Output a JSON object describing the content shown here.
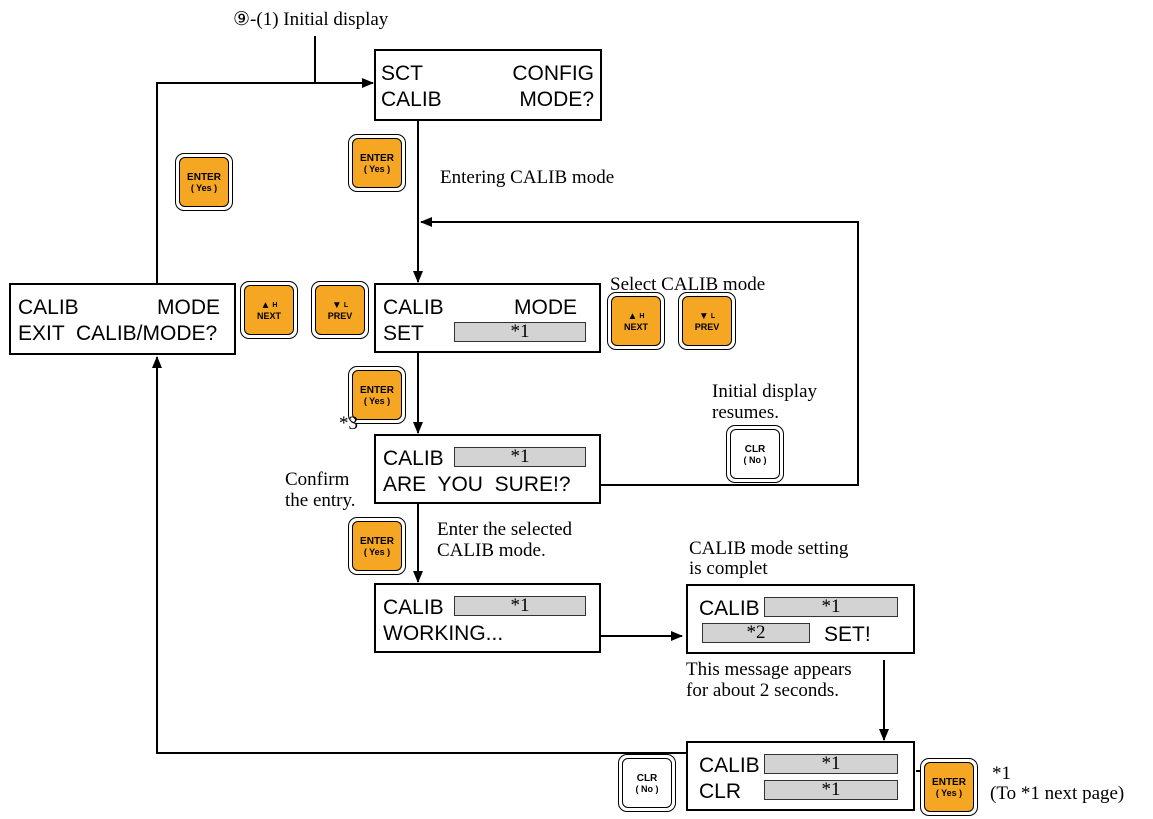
{
  "title": "⑨-(1) Initial display",
  "keys": {
    "enter": "ENTER",
    "yes": "( Yes )",
    "clr": "CLR",
    "no": "( No )",
    "next": "NEXT",
    "prev": "PREV",
    "h": "H",
    "l": "L",
    "up_glyph": "▲",
    "down_glyph": "▼"
  },
  "displays": {
    "config": {
      "l1a": "SCT",
      "l1b": "CONFIG",
      "l2a": "CALIB",
      "l2b": "MODE?"
    },
    "exit": {
      "l1a": "CALIB",
      "l1b": "MODE",
      "l2": "EXIT  CALIB/MODE?"
    },
    "set": {
      "l1a": "CALIB",
      "l1b": "MODE",
      "l2a": "SET",
      "field": "*1"
    },
    "confirm": {
      "l1": "CALIB",
      "field": "*1",
      "l2": "ARE  YOU  SURE!?"
    },
    "working": {
      "l1": "CALIB",
      "field": "*1",
      "l2": "WORKING..."
    },
    "complete": {
      "l1": "CALIB",
      "field1": "*1",
      "field2": "*2",
      "l2b": "SET!"
    },
    "clr": {
      "l1": "CALIB",
      "field1": "*1",
      "l2": "CLR",
      "field2": "*1"
    }
  },
  "captions": {
    "entering": "Entering CALIB mode",
    "select": "Select CALIB mode",
    "resume1": "Initial display",
    "resume2": "resumes.",
    "star3": "*3",
    "confirm1": "Confirm",
    "confirm2": "the entry.",
    "enter1": "Enter the selected",
    "enter2": "CALIB mode.",
    "complete1": "CALIB mode setting",
    "complete2": "is complet",
    "message1": "This message appears",
    "message2": "for about 2 seconds.",
    "next1": "*1",
    "next2": "(To *1 next page)"
  }
}
